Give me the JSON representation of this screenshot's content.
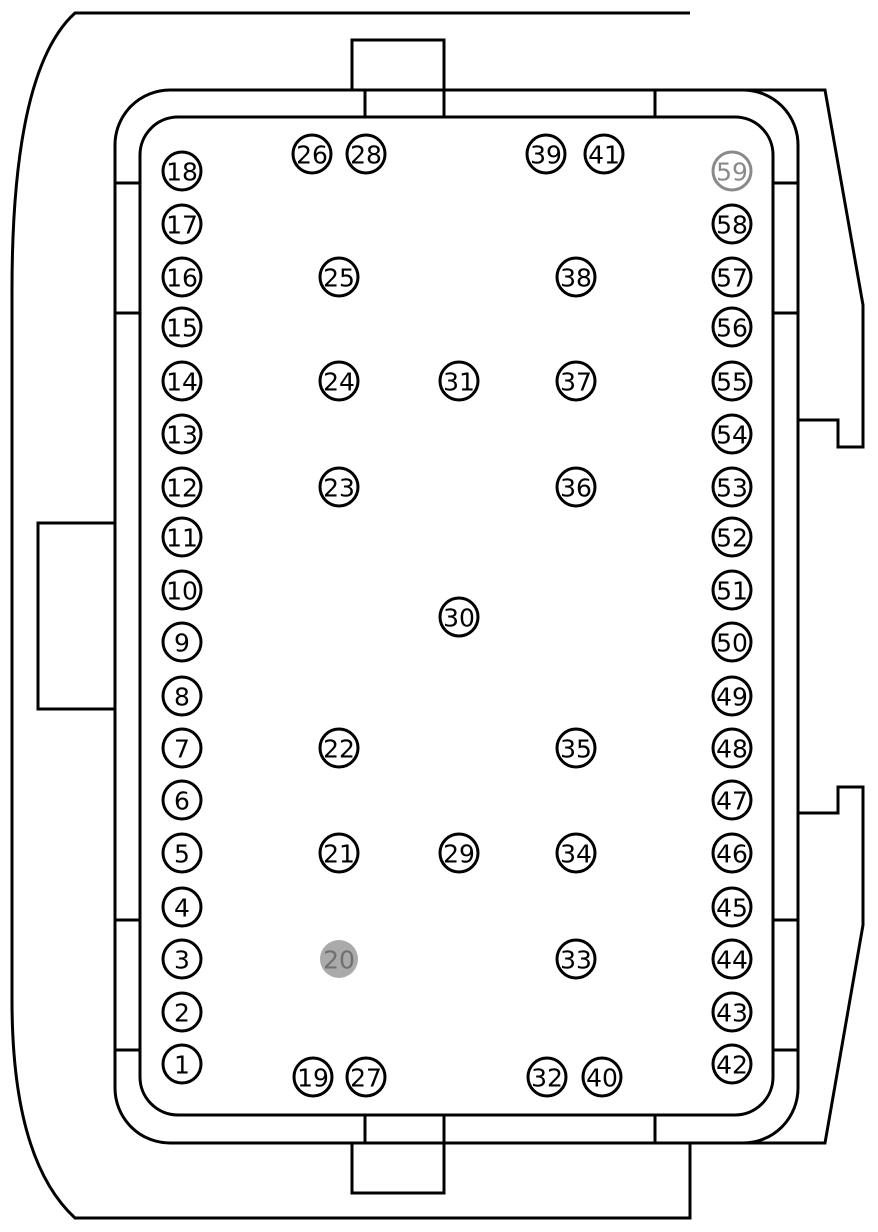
{
  "colors": {
    "stroke": "#000000",
    "background": "#ffffff",
    "muted": "#8a8a8a",
    "filled": "#aaaaaa"
  },
  "pins": [
    {
      "label": "18"
    },
    {
      "label": "17"
    },
    {
      "label": "16"
    },
    {
      "label": "15"
    },
    {
      "label": "14"
    },
    {
      "label": "13"
    },
    {
      "label": "12"
    },
    {
      "label": "11"
    },
    {
      "label": "10"
    },
    {
      "label": "9"
    },
    {
      "label": "8"
    },
    {
      "label": "7"
    },
    {
      "label": "6"
    },
    {
      "label": "5"
    },
    {
      "label": "4"
    },
    {
      "label": "3"
    },
    {
      "label": "2"
    },
    {
      "label": "1"
    },
    {
      "label": "59",
      "state": "muted"
    },
    {
      "label": "58"
    },
    {
      "label": "57"
    },
    {
      "label": "56"
    },
    {
      "label": "55"
    },
    {
      "label": "54"
    },
    {
      "label": "53"
    },
    {
      "label": "52"
    },
    {
      "label": "51"
    },
    {
      "label": "50"
    },
    {
      "label": "49"
    },
    {
      "label": "48"
    },
    {
      "label": "47"
    },
    {
      "label": "46"
    },
    {
      "label": "45"
    },
    {
      "label": "44"
    },
    {
      "label": "43"
    },
    {
      "label": "42"
    },
    {
      "label": "26"
    },
    {
      "label": "28"
    },
    {
      "label": "39"
    },
    {
      "label": "41"
    },
    {
      "label": "19"
    },
    {
      "label": "27"
    },
    {
      "label": "32"
    },
    {
      "label": "40"
    },
    {
      "label": "25"
    },
    {
      "label": "24"
    },
    {
      "label": "23"
    },
    {
      "label": "22"
    },
    {
      "label": "21"
    },
    {
      "label": "20",
      "state": "filled"
    },
    {
      "label": "31"
    },
    {
      "label": "30"
    },
    {
      "label": "29"
    },
    {
      "label": "38"
    },
    {
      "label": "37"
    },
    {
      "label": "36"
    },
    {
      "label": "35"
    },
    {
      "label": "34"
    },
    {
      "label": "33"
    }
  ]
}
